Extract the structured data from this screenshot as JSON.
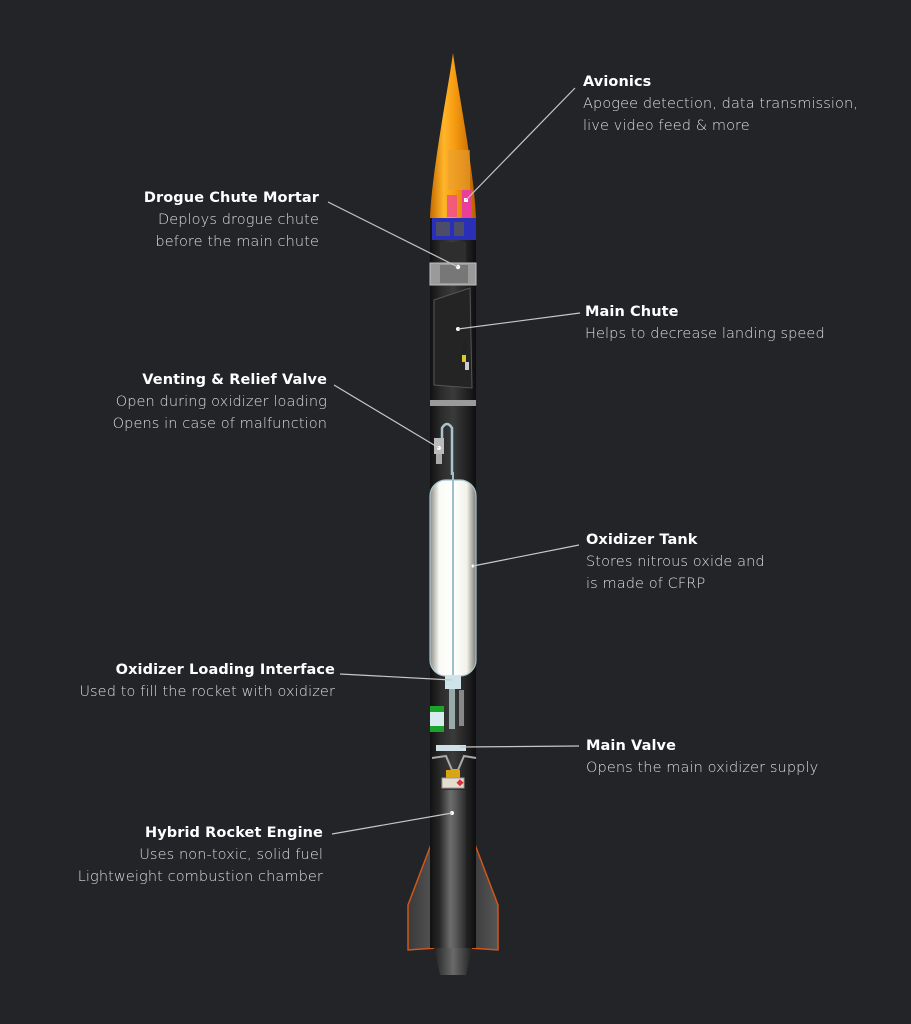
{
  "background_color": "#222428",
  "rocket": {
    "colors": {
      "nose_cone": "#f59a10",
      "nose_cone_highlight": "#ffc040",
      "avionics_bay": "#e8409a",
      "coupler": "#2a2fb8",
      "body": "#1e1e1e",
      "fin_edge": "#d0561a",
      "tank": "#f2f2ee",
      "valve_green": "#1aa32a",
      "engine_gold": "#d9a514",
      "leader_line": "#c8c8c8"
    }
  },
  "callouts": [
    {
      "id": "avionics",
      "side": "right",
      "title": "Avionics",
      "lines": [
        "Apogee detection, data transmission,",
        "live video feed & more"
      ]
    },
    {
      "id": "drogue-chute-mortar",
      "side": "left",
      "title": "Drogue Chute Mortar",
      "lines": [
        "Deploys drogue chute",
        "before the main chute"
      ]
    },
    {
      "id": "main-chute",
      "side": "right",
      "title": "Main Chute",
      "lines": [
        "Helps to decrease landing speed"
      ]
    },
    {
      "id": "venting-relief-valve",
      "side": "left",
      "title": "Venting & Relief Valve",
      "lines": [
        "Open during oxidizer loading",
        "Opens in case of malfunction"
      ]
    },
    {
      "id": "oxidizer-tank",
      "side": "right",
      "title": "Oxidizer Tank",
      "lines": [
        "Stores nitrous oxide and",
        "is made of CFRP"
      ]
    },
    {
      "id": "oxidizer-loading-interface",
      "side": "left",
      "title": "Oxidizer Loading Interface",
      "lines": [
        "Used to fill the rocket with oxidizer"
      ]
    },
    {
      "id": "main-valve",
      "side": "right",
      "title": "Main Valve",
      "lines": [
        "Opens the main oxidizer supply"
      ]
    },
    {
      "id": "hybrid-rocket-engine",
      "side": "left",
      "title": "Hybrid Rocket Engine",
      "lines": [
        "Uses non-toxic, solid fuel",
        "Lightweight combustion chamber"
      ]
    }
  ]
}
